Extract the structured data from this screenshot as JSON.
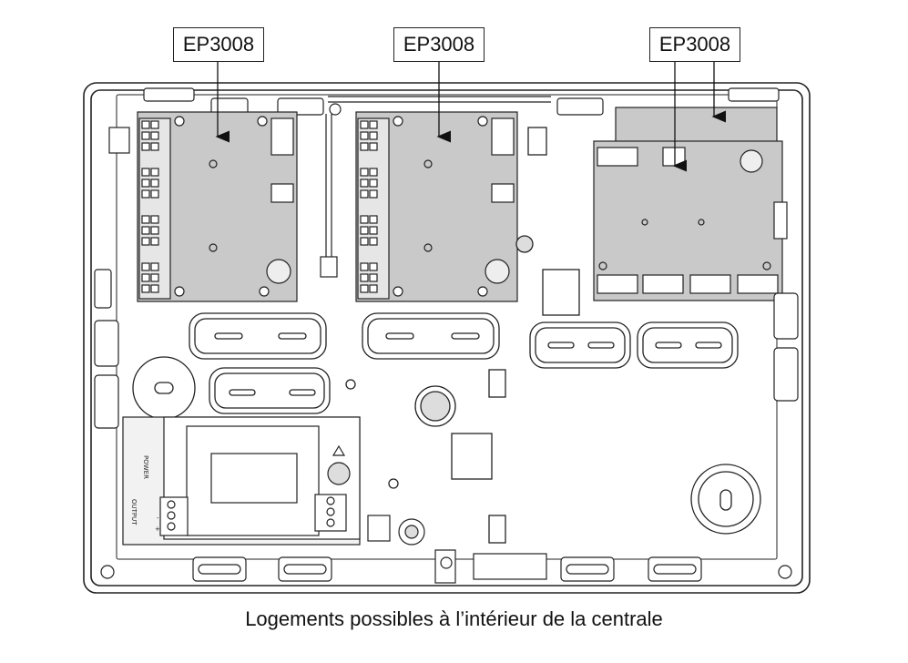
{
  "labels": [
    {
      "id": "slot-1",
      "text": "EP3008"
    },
    {
      "id": "slot-2",
      "text": "EP3008"
    },
    {
      "id": "slot-3",
      "text": "EP3008"
    }
  ],
  "caption": "Logements possibles à l’intérieur de la centrale",
  "board_text": {
    "power": "POWER",
    "output": "OUTPUT",
    "plus": "+",
    "minus": "-"
  },
  "colors": {
    "module_fill": "#c9c9c9",
    "line": "#222222",
    "enclosure_fill": "#ffffff"
  }
}
